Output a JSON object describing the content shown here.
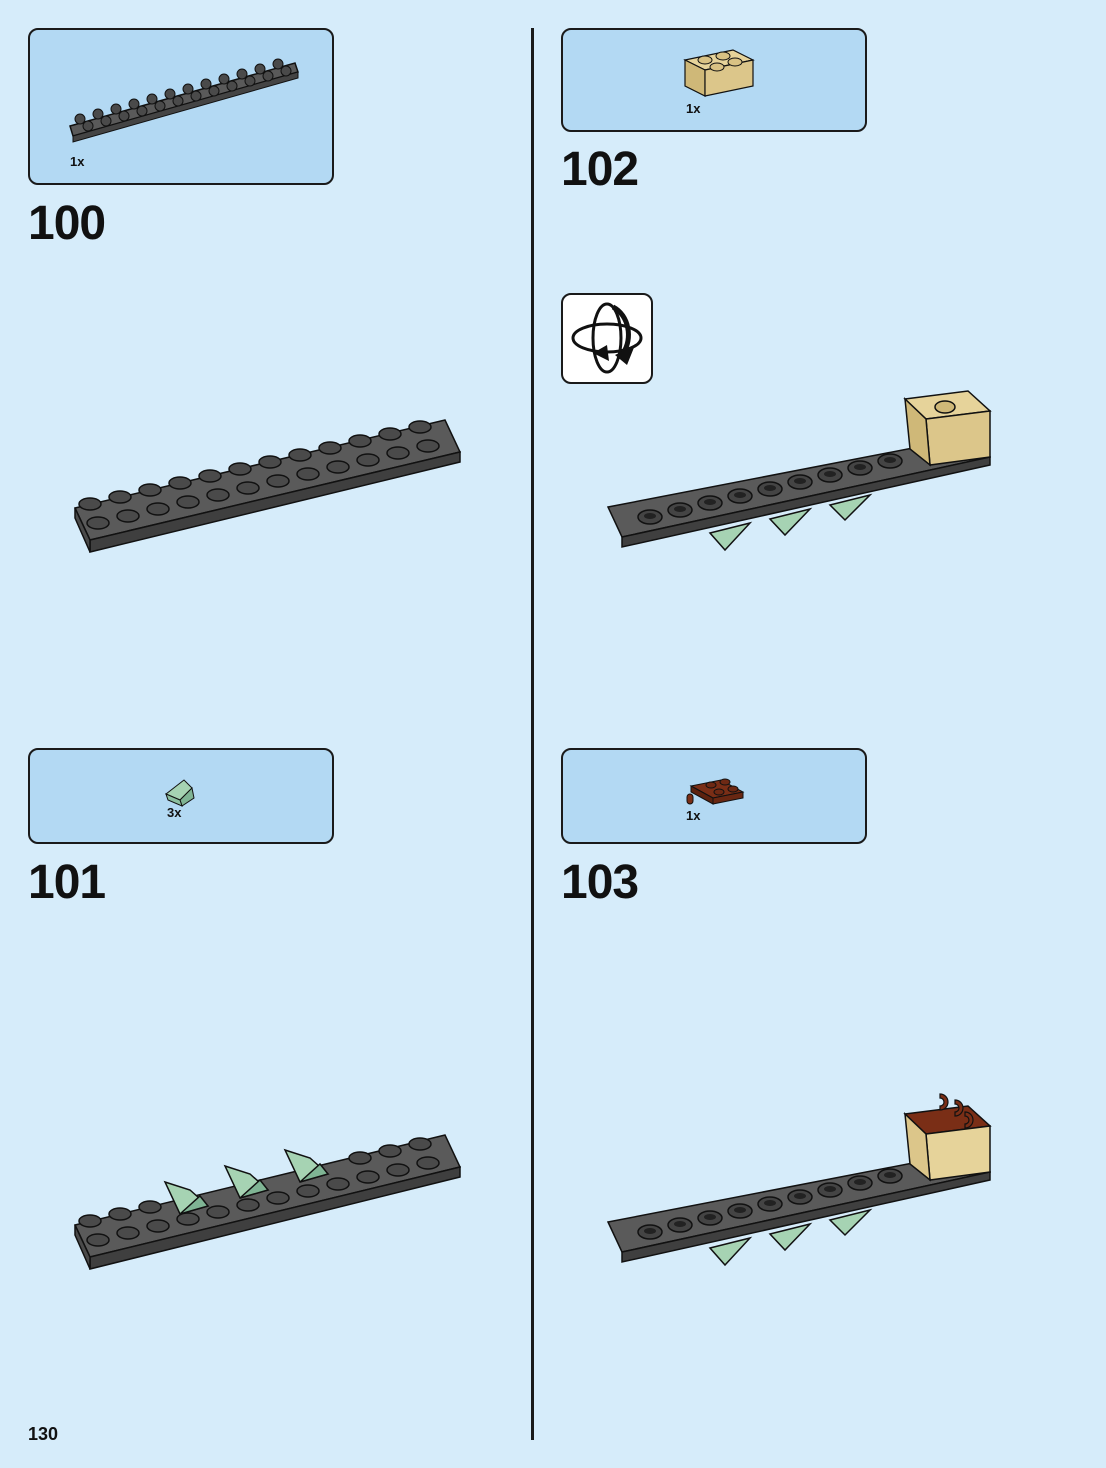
{
  "page": {
    "number": "130"
  },
  "steps": [
    {
      "number": "100",
      "parts": [
        {
          "qty": "1x",
          "piece": "dark-grey-plate-2x12"
        }
      ]
    },
    {
      "number": "101",
      "parts": [
        {
          "qty": "3x",
          "piece": "sand-green-slope-1x1"
        }
      ]
    },
    {
      "number": "102",
      "parts": [
        {
          "qty": "1x",
          "piece": "tan-brick-2x2"
        }
      ],
      "rotate_model": true
    },
    {
      "number": "103",
      "parts": [
        {
          "qty": "1x",
          "piece": "reddish-brown-plate-2x2-with-clips"
        }
      ]
    }
  ],
  "colors": {
    "background": "#d6ecfa",
    "parts_box": "#b3d9f3",
    "dark_grey": "#5a5a5a",
    "sand_green": "#a6d3b3",
    "tan": "#e6d39a",
    "reddish_brown": "#7a2e16"
  }
}
